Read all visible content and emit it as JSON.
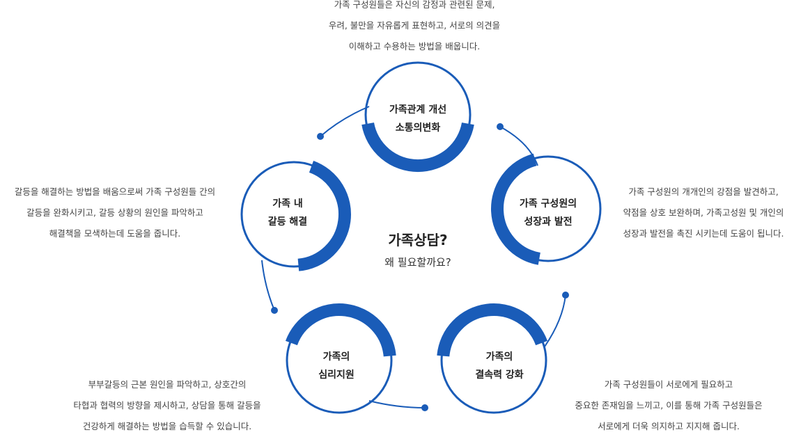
{
  "center": {
    "title": "가족상담?",
    "subtitle": "왜 필요할까요?"
  },
  "nodes": [
    {
      "id": "top",
      "lines": [
        "가족관계 개선",
        "소통의변화"
      ]
    },
    {
      "id": "right",
      "lines": [
        "가족 구성원의",
        "성장과 발전"
      ]
    },
    {
      "id": "br",
      "lines": [
        "가족의",
        "결속력 강화"
      ]
    },
    {
      "id": "bl",
      "lines": [
        "가족의",
        "심리지원"
      ]
    },
    {
      "id": "left",
      "lines": [
        "가족 내",
        "갈등 해결"
      ]
    }
  ],
  "descriptions": {
    "top": [
      "가족 구성원들은 자신의 감정과 관련된 문제,",
      "우려, 불만을 자유롭게 표현하고, 서로의 의견을",
      "이해하고 수용하는 방법을 배웁니다."
    ],
    "right": [
      "가족 구성원의 개개인의 강점을 발견하고,",
      "약점을 상호 보완하며, 가족고성원 및 개인의",
      "성장과 발전을 촉진 시키는데 도움이 됩니다."
    ],
    "br": [
      "가족 구성원들이 서로에게 필요하고",
      "중요한 존재임을 느끼고, 이를 통해 가족 구성원들은",
      "서로에게 더욱 의지하고 지지해 줍니다."
    ],
    "bl": [
      "부부갈등의 근본 원인을 파악하고, 상호간의",
      "타협과 협력의 방향을 제시하고, 상담을 통해 갈등을",
      "건강하게 해결하는 방법을 습득할 수 있습니다."
    ],
    "left": [
      "갈등을 해결하는 방법을 배움으로써 가족 구성원들 간의",
      "갈등을 완화시키고, 갈등 상황의 원인을 파악하고",
      "해결책을 모색하는데 도움을 줍니다."
    ]
  },
  "colors": {
    "accent": "#1a5cb8",
    "ring_light": "#1a5cb8",
    "text_dark": "#222222",
    "text_desc": "#444444"
  }
}
